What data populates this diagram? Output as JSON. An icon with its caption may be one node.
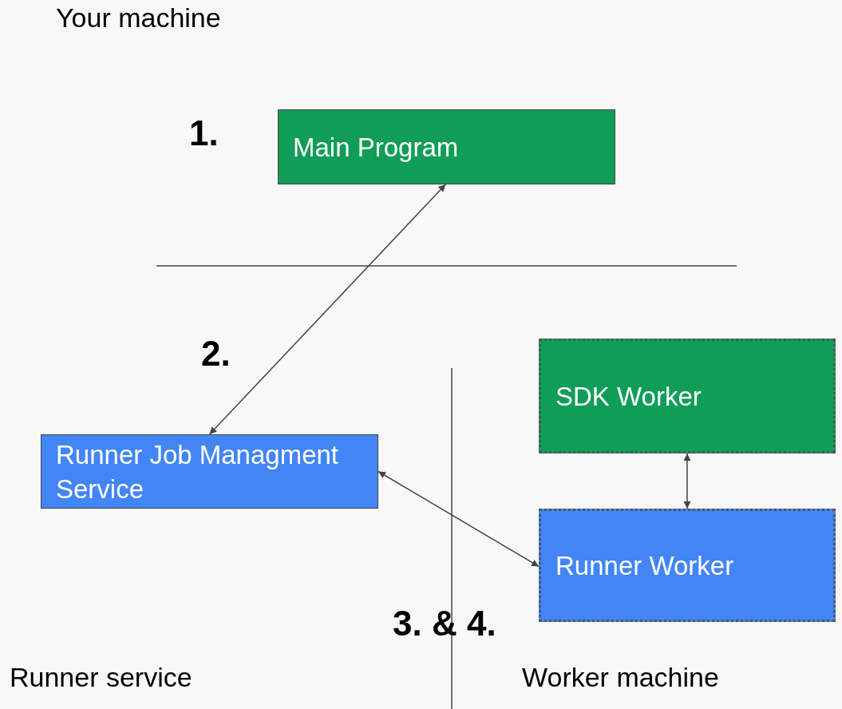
{
  "diagram": {
    "nodes": [
      {
        "text": [
          "Main Program"
        ]
      },
      {
        "text": [
          "SDK Worker"
        ]
      },
      {
        "text": [
          "Runner Job Managment Service"
        ]
      },
      {
        "text": [
          "Runner Worker"
        ]
      }
    ],
    "edges": [
      {
        "from": 0,
        "to": 2,
        "arrow": "both"
      },
      {
        "from": 2,
        "to": 3,
        "arrow": "both"
      },
      {
        "from": 1,
        "to": 3,
        "arrow": "both"
      }
    ],
    "labels": [
      "Your machine",
      "1.",
      "2.",
      "3. & 4.",
      "Runner service",
      "Worker machine"
    ]
  }
}
